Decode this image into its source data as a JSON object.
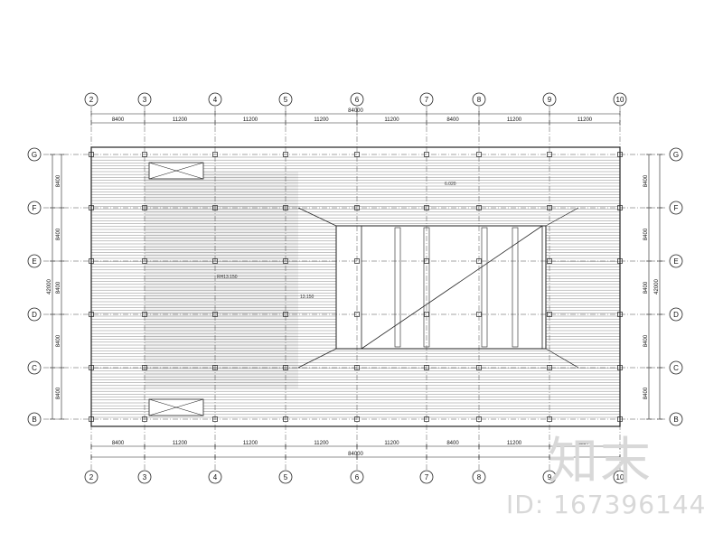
{
  "grid": {
    "columns": [
      "2",
      "3",
      "4",
      "5",
      "6",
      "7",
      "8",
      "9",
      "10"
    ],
    "rows": [
      "G",
      "F",
      "E",
      "D",
      "C",
      "B"
    ],
    "column_spacings": [
      "8400",
      "11200",
      "11200",
      "11200",
      "11200",
      "8400",
      "11200",
      "11200"
    ],
    "row_spacings": [
      "8400",
      "8400",
      "8400",
      "8400",
      "8400"
    ],
    "total_width": "84000",
    "total_height": "42000"
  },
  "annotations": {
    "elevation_1": "RH13.150",
    "elevation_2": "13.150",
    "elevation_3": "6.020"
  },
  "watermark": {
    "logo": "知末",
    "id": "ID: 167396144"
  },
  "colors": {
    "line": "#222222",
    "hatch": "#555555",
    "watermark": "#d8d8d8"
  }
}
